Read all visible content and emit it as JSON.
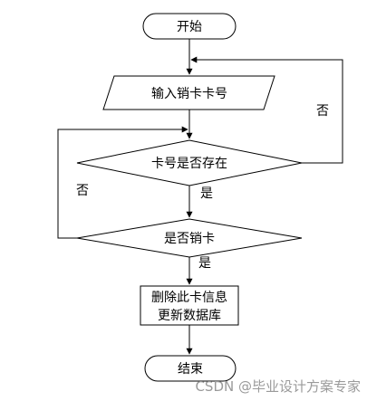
{
  "flowchart": {
    "start": "开始",
    "input": "输入销卡卡号",
    "decision1": "卡号是否存在",
    "decision2": "是否销卡",
    "process": [
      "删除此卡信息",
      "更新数据库"
    ],
    "end": "结束",
    "edges": {
      "d1_yes": "是",
      "d1_no": "否",
      "d2_yes": "是",
      "d2_no": "否"
    }
  },
  "watermark": "CSDN @毕业设计方案专家"
}
